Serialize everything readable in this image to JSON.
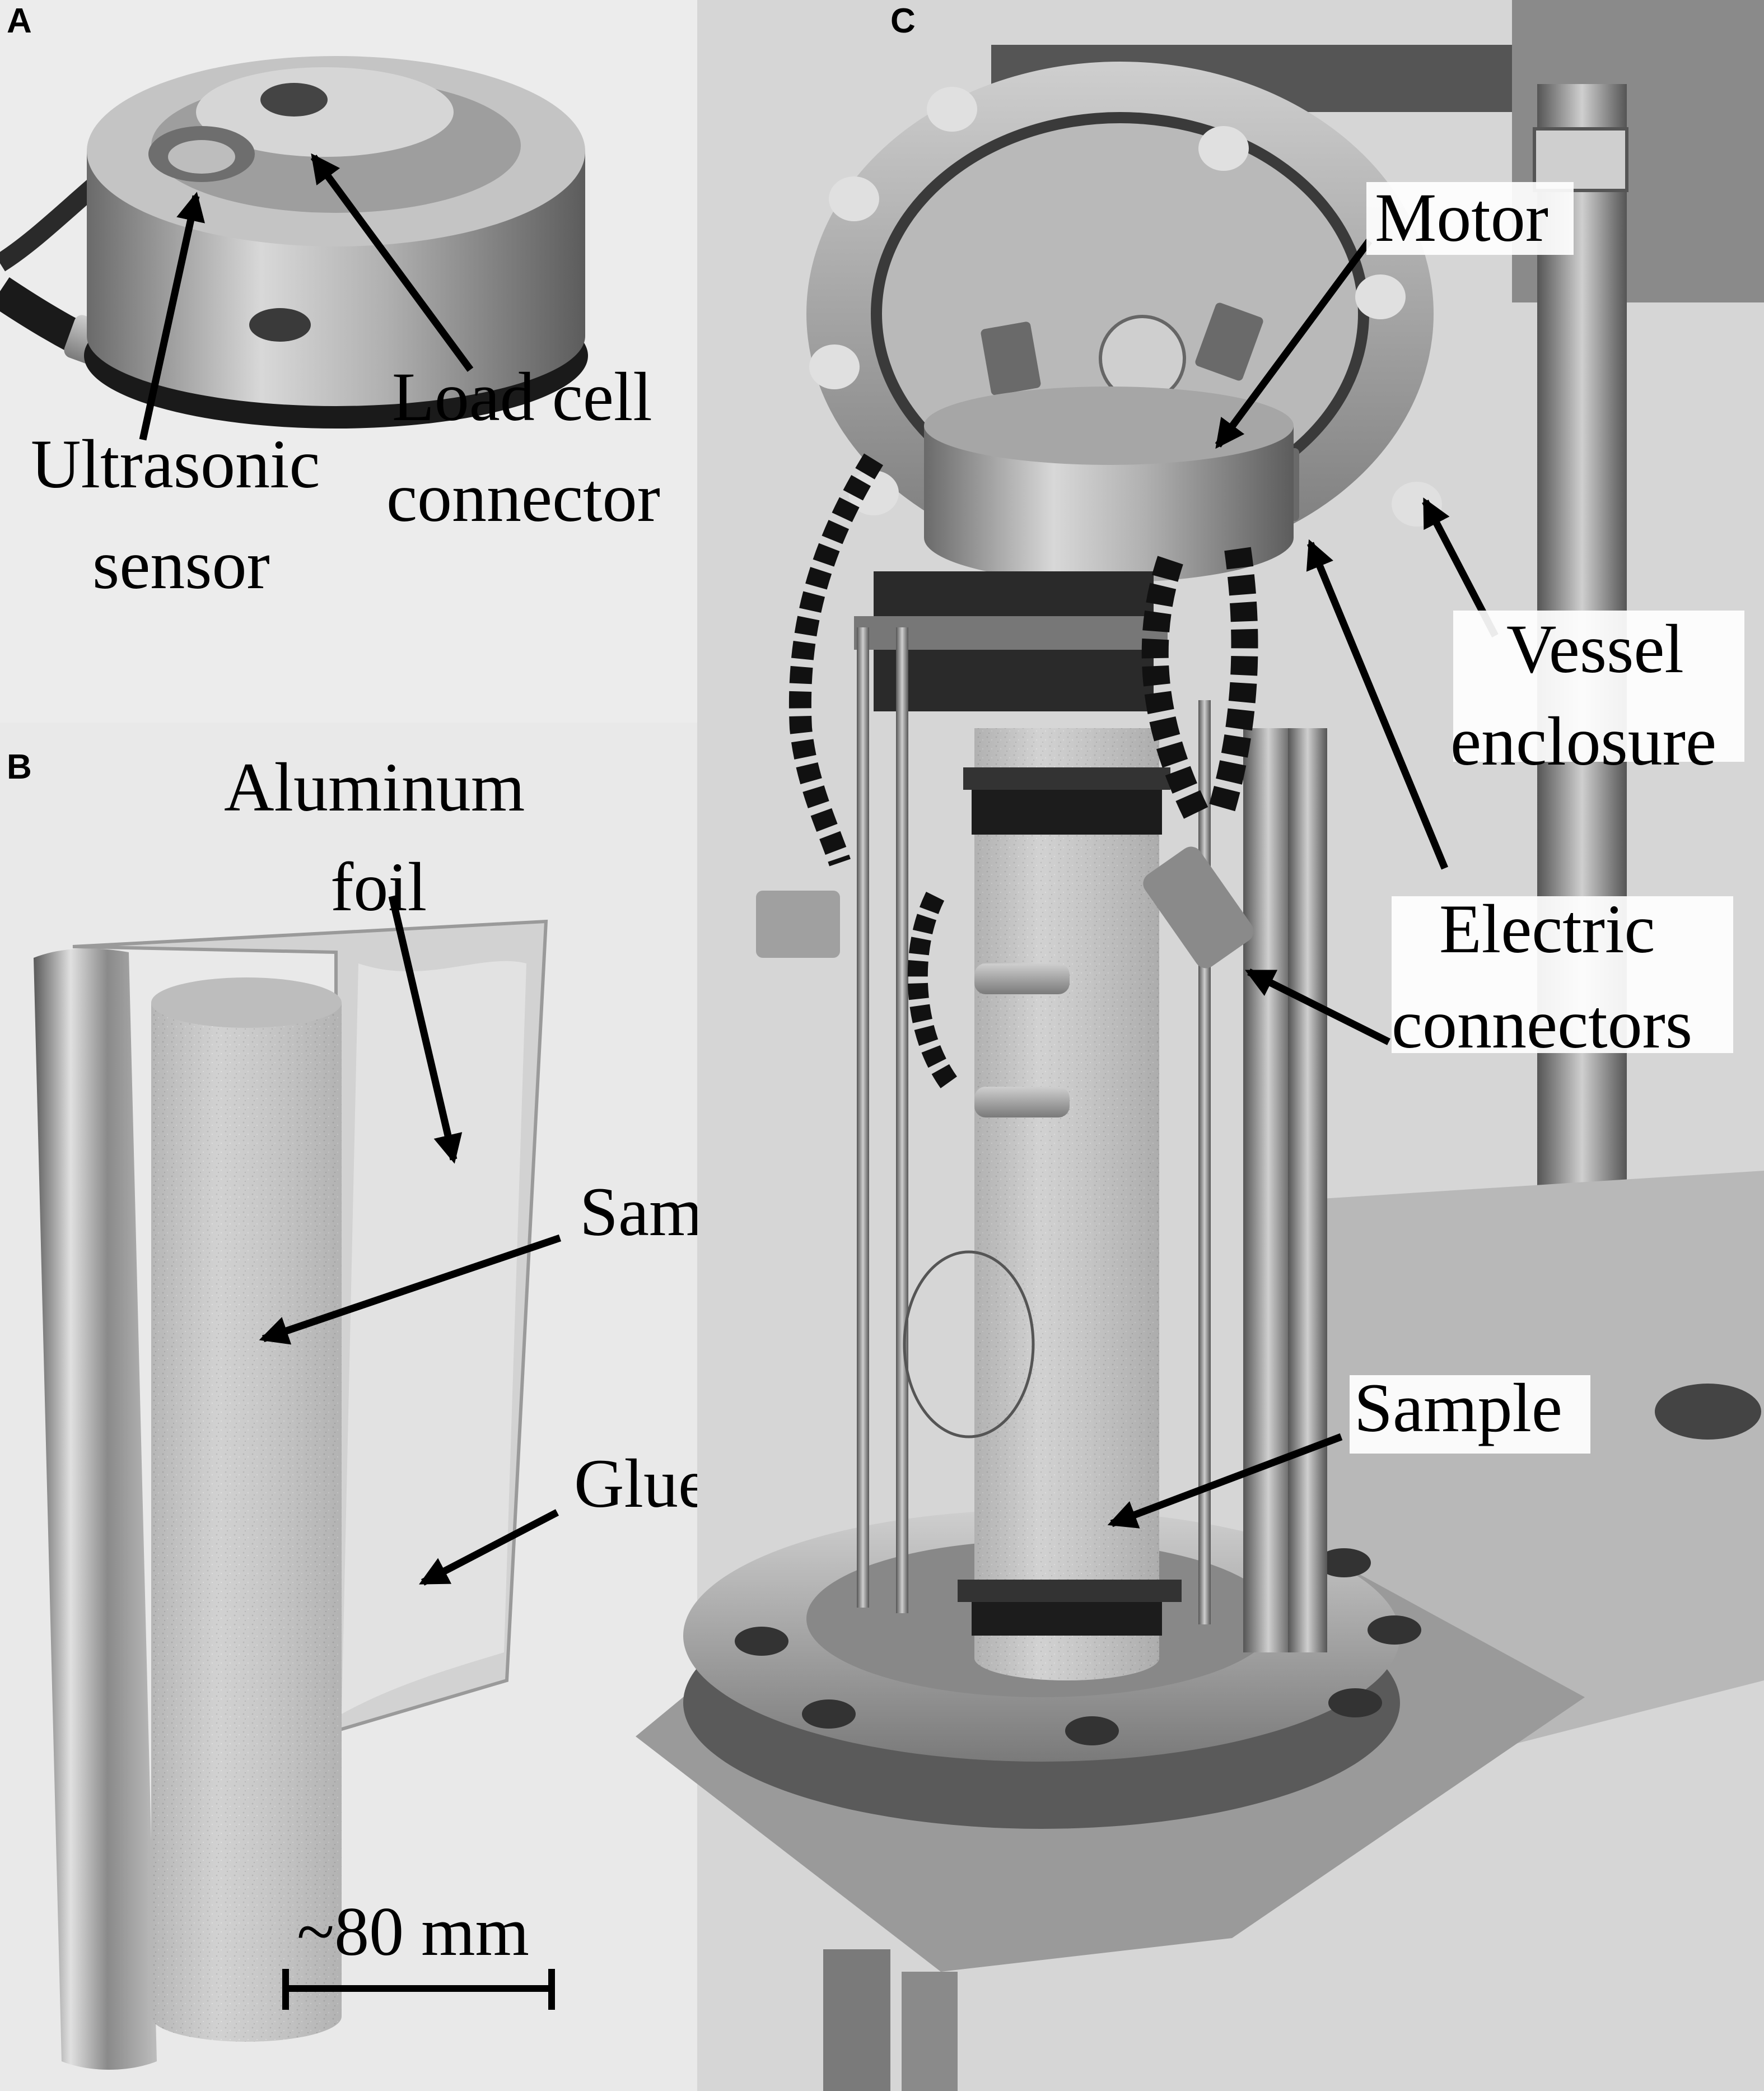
{
  "panels": {
    "a": {
      "letter": "A",
      "labels": {
        "ultrasonic_1": "Ultrasonic",
        "ultrasonic_2": "sensor",
        "loadcell_1": "Load cell",
        "loadcell_2": "connector"
      }
    },
    "b": {
      "letter": "B",
      "labels": {
        "foil_1": "Aluminum",
        "foil_2": "foil",
        "sample": "Sample",
        "glue": "Glue",
        "scale": "~80 mm"
      }
    },
    "c": {
      "letter": "C",
      "labels": {
        "motor": "Motor",
        "vessel_1": "Vessel",
        "vessel_2": "enclosure",
        "electric_1": "Electric",
        "electric_2": "connectors",
        "sample": "Sample"
      }
    }
  }
}
